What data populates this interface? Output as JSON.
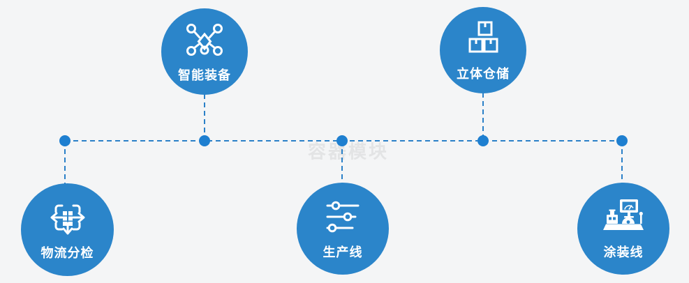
{
  "watermark": "容器模块",
  "colors": {
    "background": "#f4f5f6",
    "circle": "#2b85ca",
    "connector": "#2a80c8",
    "node": "#1e7fd0",
    "watermark": "#e3e4e5",
    "label": "#ffffff"
  },
  "nodes": [
    {
      "id": "smart-equipment",
      "label": "智能装备",
      "icon": "network-nodes-icon",
      "row": "top"
    },
    {
      "id": "stereo-warehouse",
      "label": "立体仓储",
      "icon": "stacked-boxes-icon",
      "row": "top"
    },
    {
      "id": "logistics-sorting",
      "label": "物流分检",
      "icon": "sorting-arrows-icon",
      "row": "bottom"
    },
    {
      "id": "production-line",
      "label": "生产线",
      "icon": "sliders-icon",
      "row": "bottom"
    },
    {
      "id": "painting-line",
      "label": "涂装线",
      "icon": "painting-machine-icon",
      "row": "bottom"
    }
  ]
}
